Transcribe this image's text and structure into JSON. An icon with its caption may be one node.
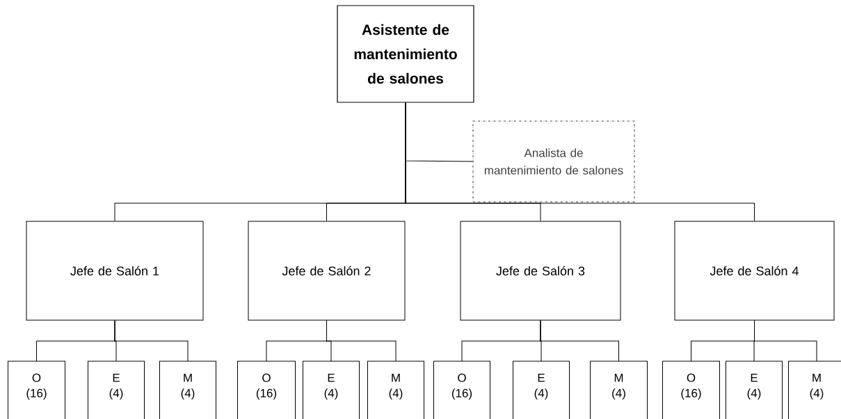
{
  "diagram": {
    "nodes": [
      {
        "text": [
          "Asistente de mantenimiento de salones"
        ]
      },
      {
        "text": [
          "Analista de mantenimiento de salones"
        ]
      },
      {
        "text": [
          "Jefe de Salón 1"
        ]
      },
      {
        "text": [
          "Jefe de Salón 2"
        ]
      },
      {
        "text": [
          "Jefe de Salón 3"
        ]
      },
      {
        "text": [
          "Jefe de Salón 4"
        ]
      },
      {
        "text": [
          "O (16)"
        ]
      },
      {
        "text": [
          "E (4)"
        ]
      },
      {
        "text": [
          "M (4)"
        ]
      },
      {
        "text": [
          "O (16)"
        ]
      },
      {
        "text": [
          "E (4)"
        ]
      },
      {
        "text": [
          "M (4)"
        ]
      },
      {
        "text": [
          "O (16)"
        ]
      },
      {
        "text": [
          "E (4)"
        ]
      },
      {
        "text": [
          "M (4)"
        ]
      },
      {
        "text": [
          "O (16)"
        ]
      },
      {
        "text": [
          "E (4)"
        ]
      },
      {
        "text": [
          "M (4)"
        ]
      }
    ],
    "edges": [
      {
        "from": 0,
        "to": 1,
        "arrow": "none"
      },
      {
        "from": 0,
        "to": 2,
        "arrow": "none"
      },
      {
        "from": 0,
        "to": 3,
        "arrow": "none"
      },
      {
        "from": 0,
        "to": 4,
        "arrow": "none"
      },
      {
        "from": 0,
        "to": 5,
        "arrow": "none"
      },
      {
        "from": 2,
        "to": 6,
        "arrow": "none"
      },
      {
        "from": 2,
        "to": 7,
        "arrow": "none"
      },
      {
        "from": 2,
        "to": 8,
        "arrow": "none"
      },
      {
        "from": 3,
        "to": 9,
        "arrow": "none"
      },
      {
        "from": 3,
        "to": 10,
        "arrow": "none"
      },
      {
        "from": 3,
        "to": 11,
        "arrow": "none"
      },
      {
        "from": 4,
        "to": 12,
        "arrow": "none"
      },
      {
        "from": 4,
        "to": 13,
        "arrow": "none"
      },
      {
        "from": 4,
        "to": 14,
        "arrow": "none"
      },
      {
        "from": 5,
        "to": 15,
        "arrow": "none"
      },
      {
        "from": 5,
        "to": 16,
        "arrow": "none"
      },
      {
        "from": 5,
        "to": 17,
        "arrow": "none"
      }
    ]
  }
}
